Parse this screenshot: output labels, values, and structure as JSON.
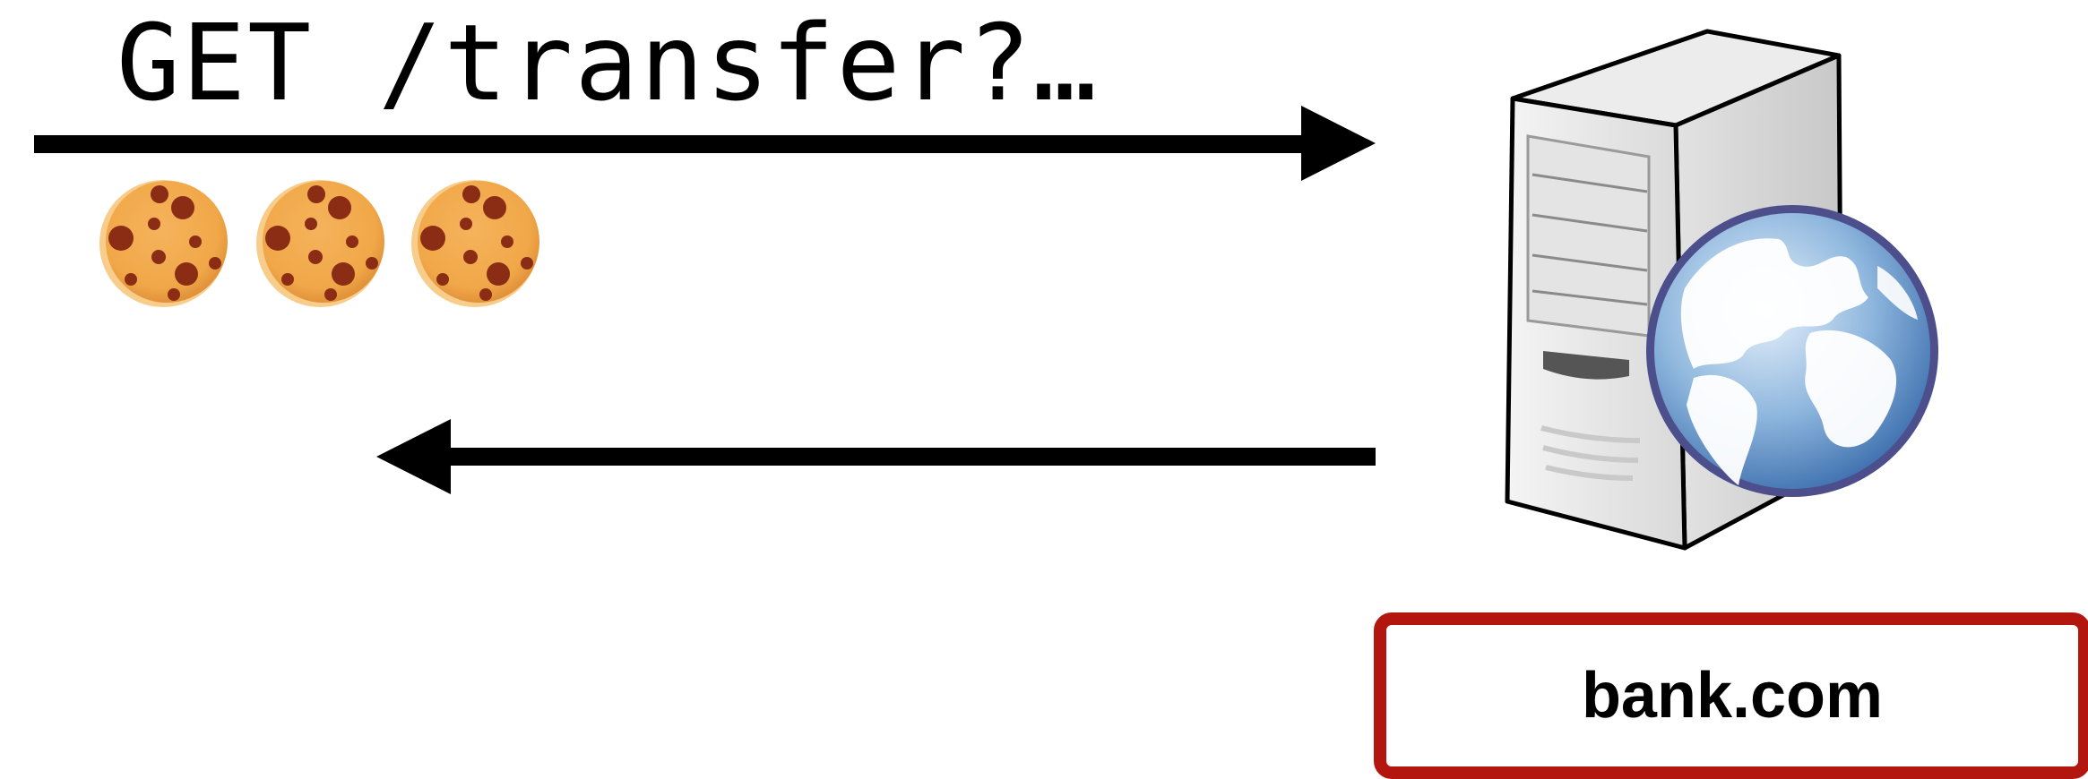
{
  "request": {
    "label": "GET /transfer?…"
  },
  "server": {
    "domain_label": "bank.com",
    "highlight_color": "#b3160e"
  },
  "cookies": {
    "count": 3,
    "icon": "cookie-icon"
  },
  "arrows": {
    "request_direction": "right",
    "response_direction": "left"
  }
}
